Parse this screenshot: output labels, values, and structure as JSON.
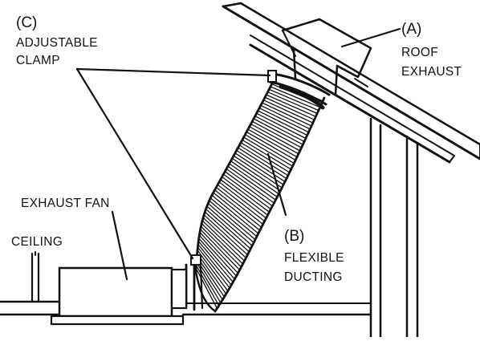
{
  "labels": {
    "roof_exhaust": {
      "letter": "(A)",
      "line1": "ROOF",
      "line2": "EXHAUST"
    },
    "flexible_ducting": {
      "letter": "(B)",
      "line1": "FLEXIBLE",
      "line2": "DUCTING"
    },
    "adjustable_clamp": {
      "letter": "(C)",
      "line1": "ADJUSTABLE",
      "line2": "CLAMP"
    },
    "exhaust_fan": "EXHAUST FAN",
    "ceiling": "CEILING"
  },
  "colors": {
    "ink": "#111111",
    "paper": "#ffffff"
  }
}
